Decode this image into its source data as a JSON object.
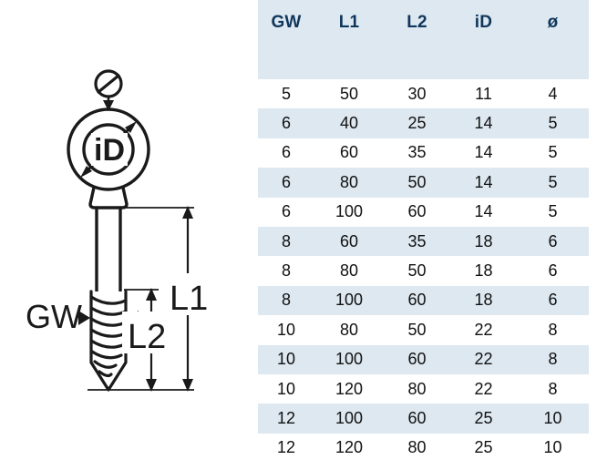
{
  "diagram": {
    "title": "eye-bolt-with-wood-screw-thread",
    "labels": {
      "outer_diameter": "Ø",
      "inner_diameter": "iD",
      "thread_size": "GW",
      "total_length": "L1",
      "thread_length": "L2"
    },
    "line_color": "#1a1a1a"
  },
  "table": {
    "headers": [
      "GW",
      "L1",
      "L2",
      "iD",
      "ø"
    ],
    "header_bg": "#dde8f1",
    "header_text_color": "#10365c",
    "stripe_bg": "#dde8f1",
    "row_bg": "#ffffff",
    "rows": [
      [
        "5",
        "50",
        "30",
        "11",
        "4"
      ],
      [
        "6",
        "40",
        "25",
        "14",
        "5"
      ],
      [
        "6",
        "60",
        "35",
        "14",
        "5"
      ],
      [
        "6",
        "80",
        "50",
        "14",
        "5"
      ],
      [
        "6",
        "100",
        "60",
        "14",
        "5"
      ],
      [
        "8",
        "60",
        "35",
        "18",
        "6"
      ],
      [
        "8",
        "80",
        "50",
        "18",
        "6"
      ],
      [
        "8",
        "100",
        "60",
        "18",
        "6"
      ],
      [
        "10",
        "80",
        "50",
        "22",
        "8"
      ],
      [
        "10",
        "100",
        "60",
        "22",
        "8"
      ],
      [
        "10",
        "120",
        "80",
        "22",
        "8"
      ],
      [
        "12",
        "100",
        "60",
        "25",
        "10"
      ],
      [
        "12",
        "120",
        "80",
        "25",
        "10"
      ]
    ]
  }
}
